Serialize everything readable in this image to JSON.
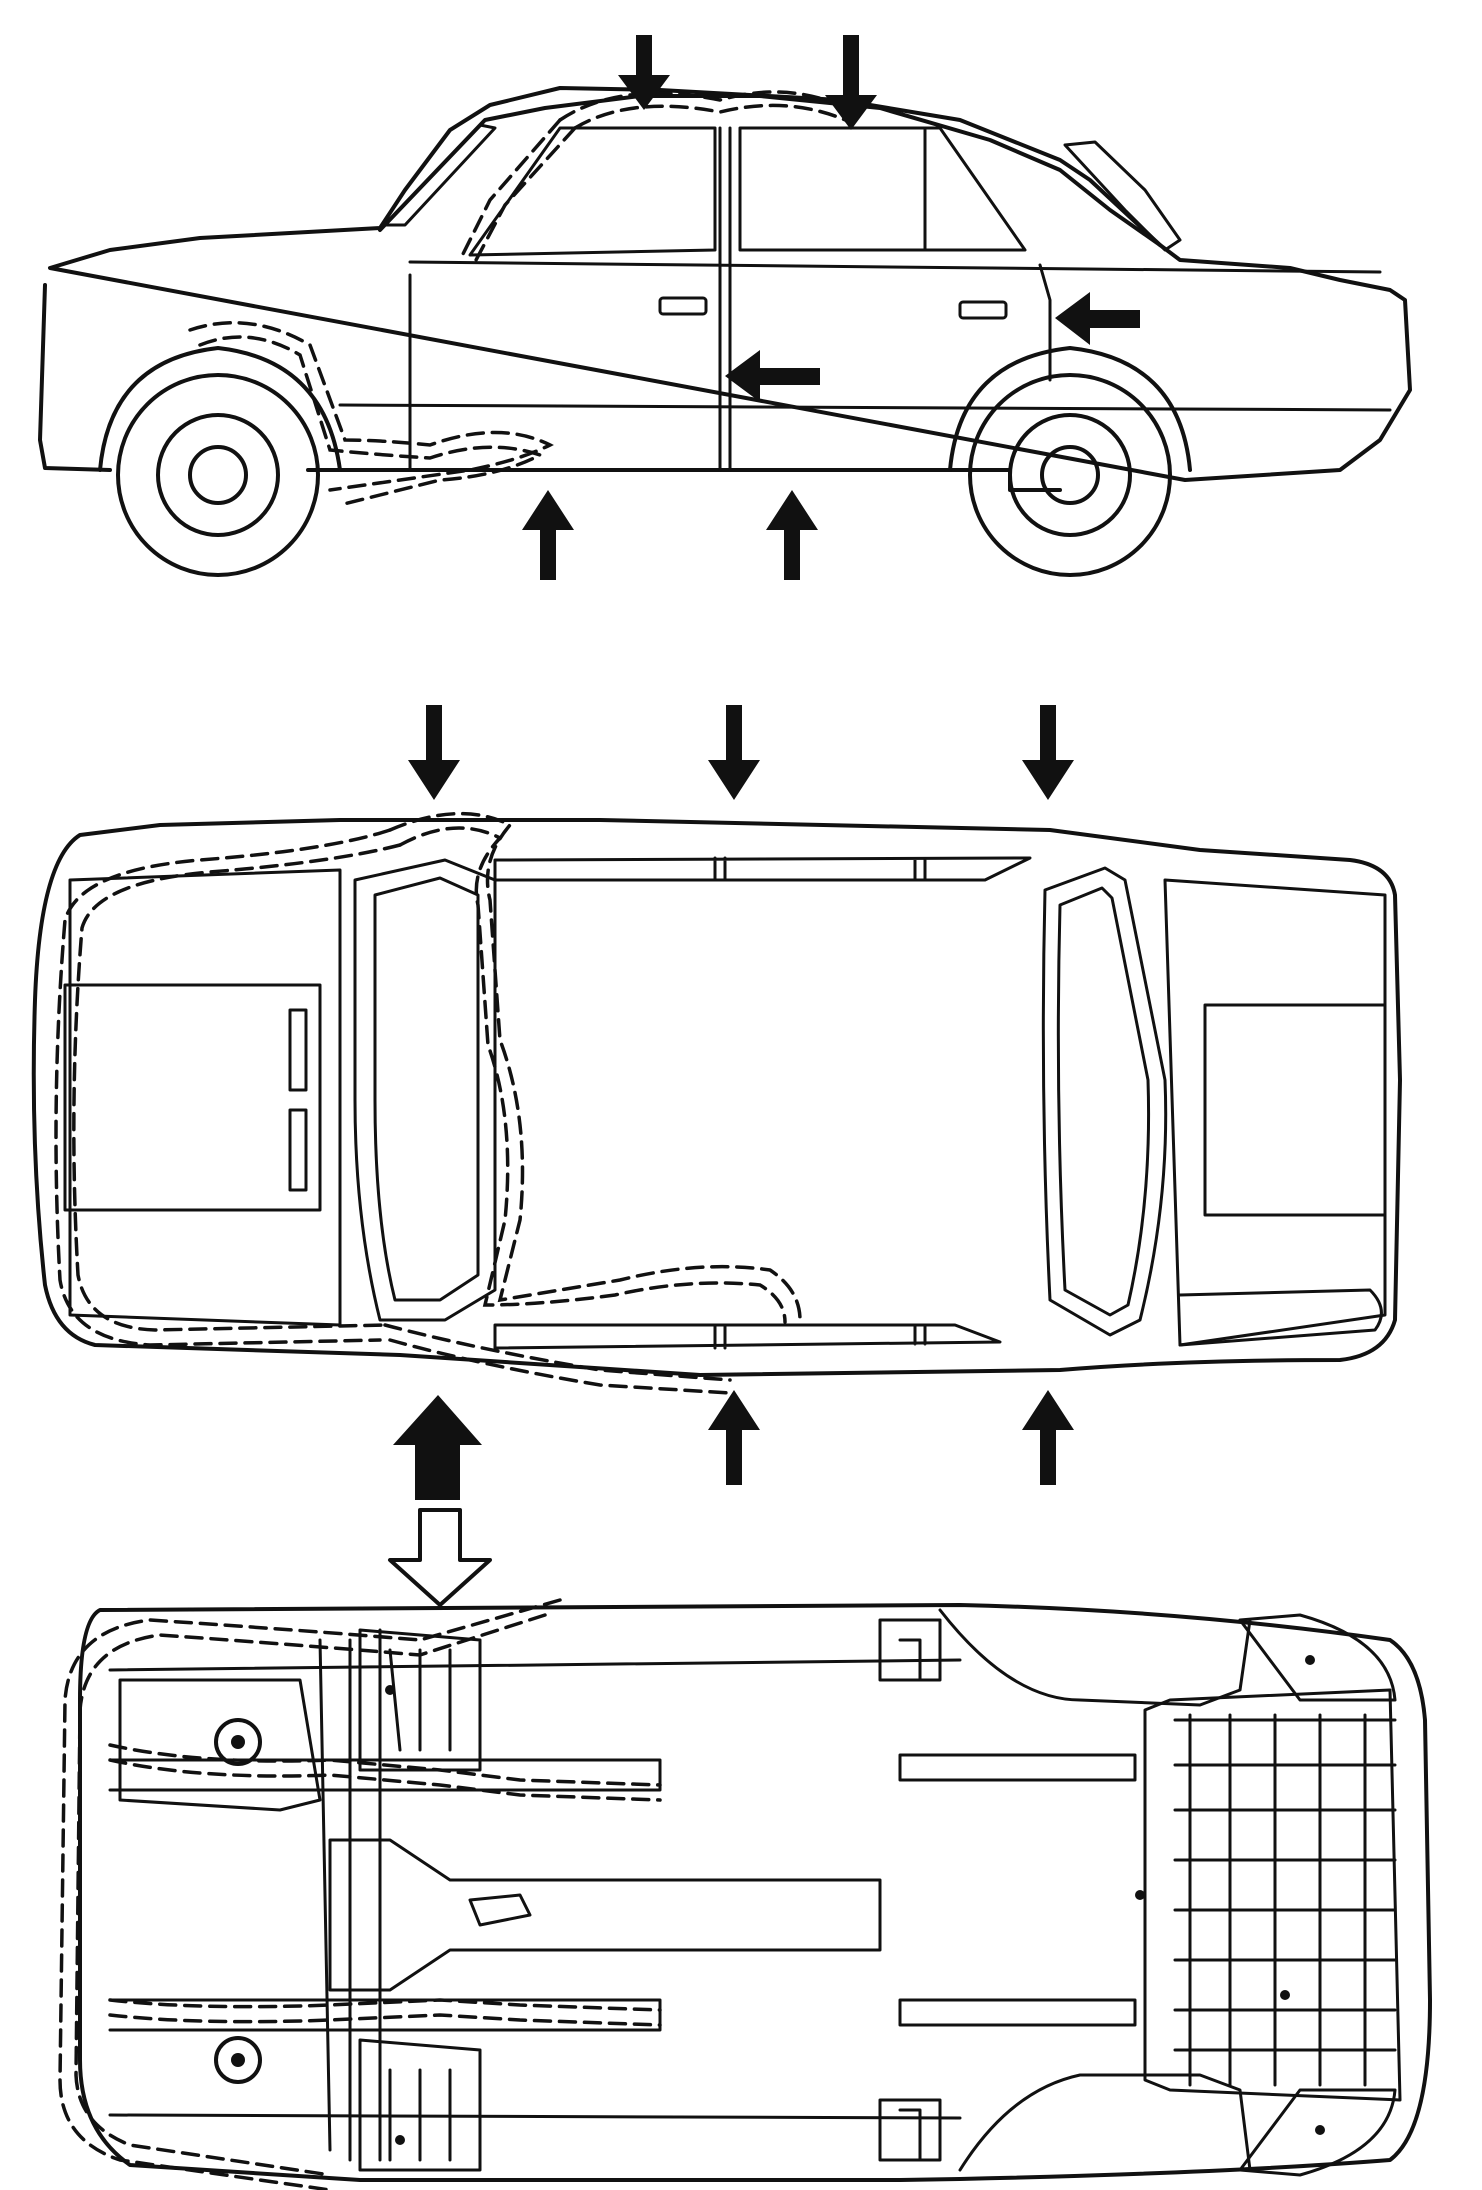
{
  "diagram": {
    "views": [
      {
        "id": "side-view",
        "kind": "car-side-elevation"
      },
      {
        "id": "top-view",
        "kind": "car-plan-view"
      },
      {
        "id": "underside-view",
        "kind": "car-underbody-view"
      }
    ],
    "colors": {
      "line": "#111111",
      "background": "#ffffff"
    },
    "arrow_count": {
      "side_view": 6,
      "top_view": 6,
      "transition": 1
    },
    "path_style": "dashed-double-line"
  }
}
